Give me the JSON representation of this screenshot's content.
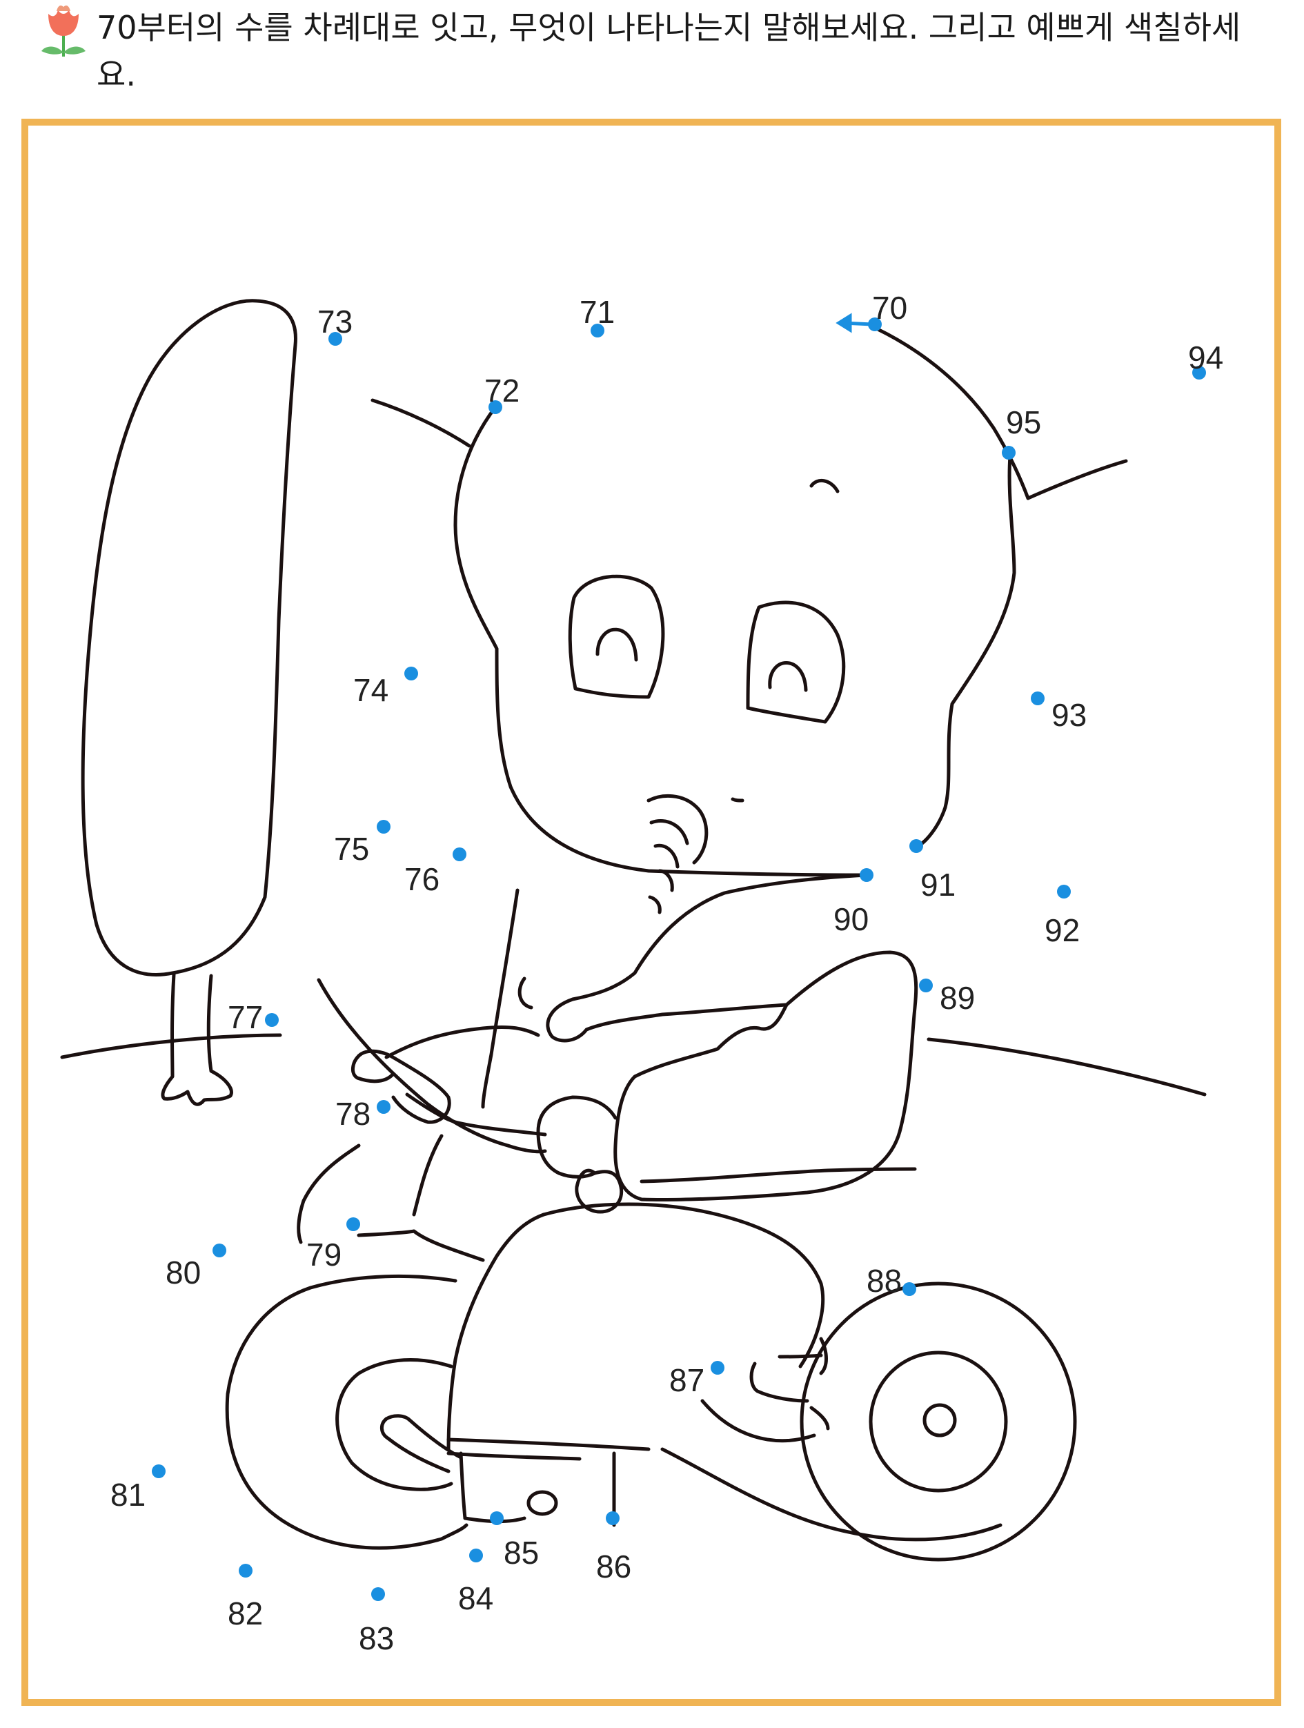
{
  "instruction": {
    "text": "70부터의 수를 차례대로 잇고, 무엇이 나타나는지 말해보세요. 그리고 예쁘게 색칠하세요.",
    "icon": "tulip-icon"
  },
  "colors": {
    "frame": "#f0b454",
    "dot": "#1a8fe0",
    "line": "#1a1010"
  },
  "dots": [
    {
      "label": "70"
    },
    {
      "label": "71"
    },
    {
      "label": "72"
    },
    {
      "label": "73"
    },
    {
      "label": "74"
    },
    {
      "label": "75"
    },
    {
      "label": "76"
    },
    {
      "label": "77"
    },
    {
      "label": "78"
    },
    {
      "label": "79"
    },
    {
      "label": "80"
    },
    {
      "label": "81"
    },
    {
      "label": "82"
    },
    {
      "label": "83"
    },
    {
      "label": "84"
    },
    {
      "label": "85"
    },
    {
      "label": "86"
    },
    {
      "label": "87"
    },
    {
      "label": "88"
    },
    {
      "label": "89"
    },
    {
      "label": "90"
    },
    {
      "label": "91"
    },
    {
      "label": "92"
    },
    {
      "label": "93"
    },
    {
      "label": "94"
    },
    {
      "label": "95"
    }
  ]
}
